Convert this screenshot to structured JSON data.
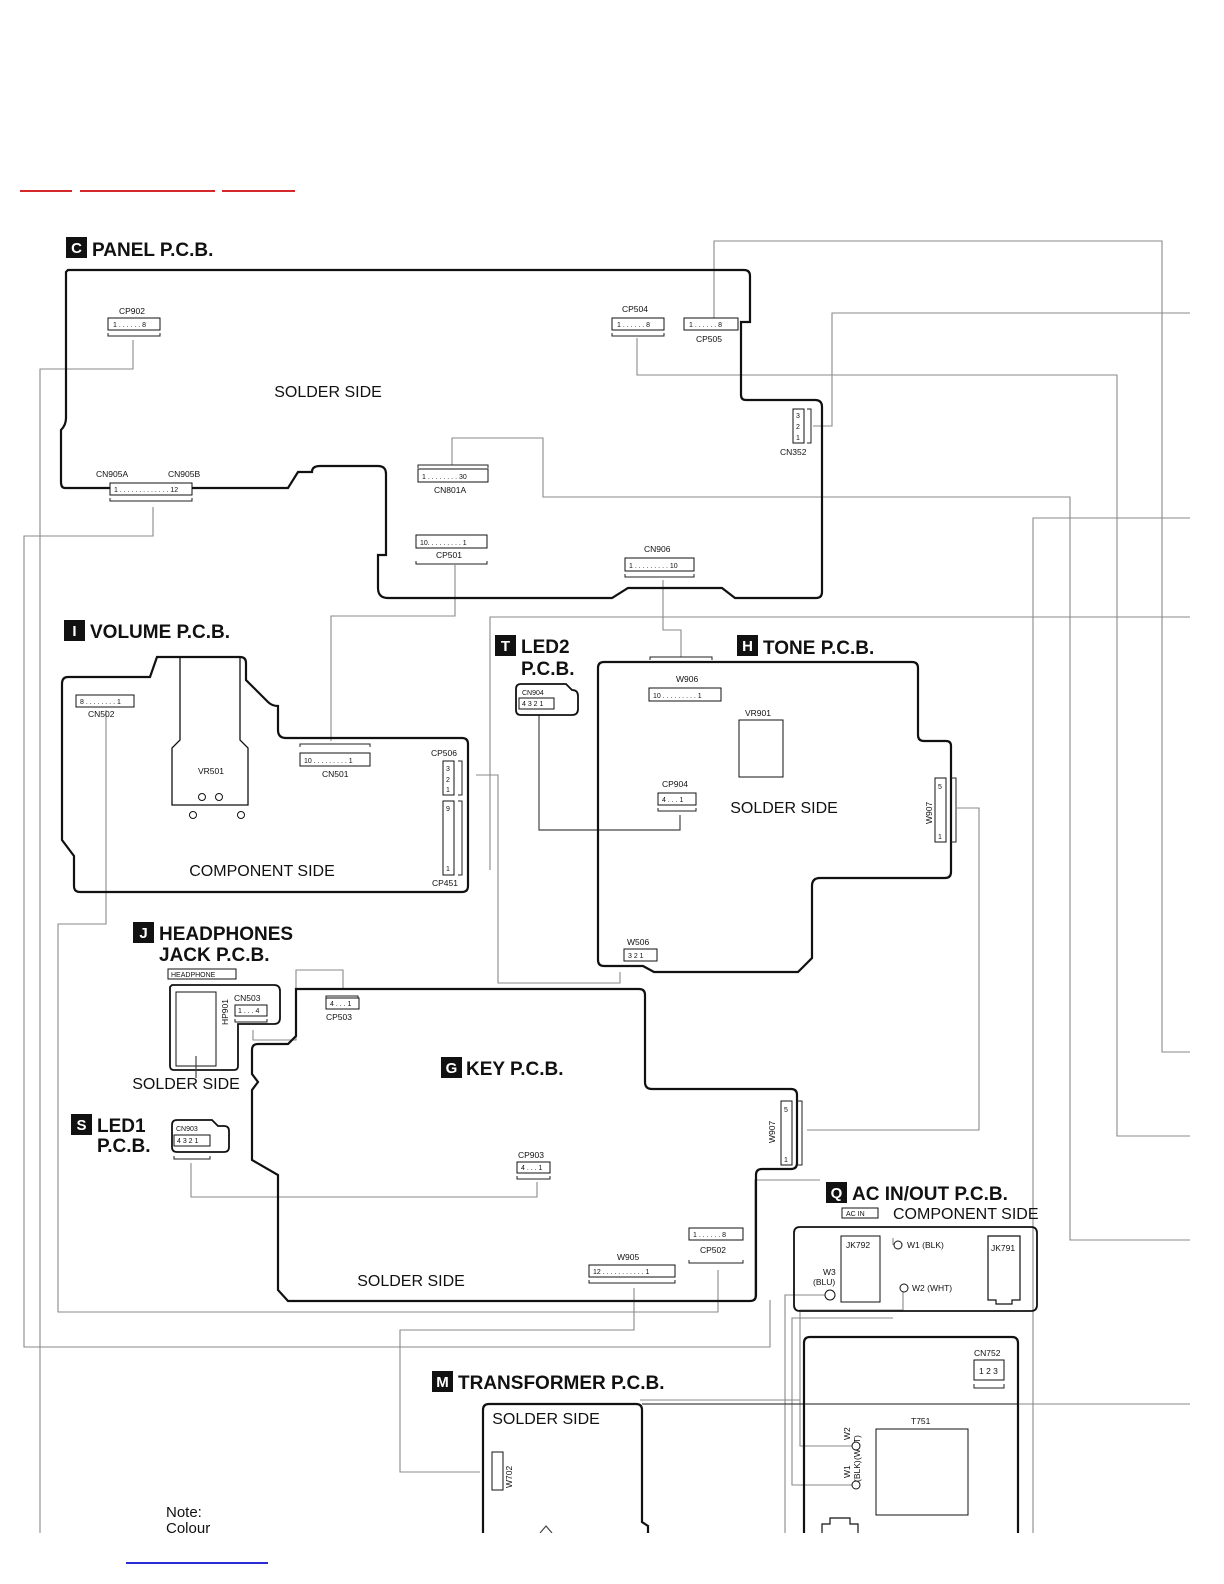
{
  "nav_links": [
    "",
    "",
    ""
  ],
  "bottom_link": "",
  "note": {
    "line1": "Note:",
    "line2": "Colour"
  },
  "boards": {
    "panel": {
      "badge": "C",
      "title": "PANEL P.C.B.",
      "side": "SOLDER  SIDE"
    },
    "volume": {
      "badge": "I",
      "title": "VOLUME P.C.B.",
      "side": "COMPONENT SIDE"
    },
    "led2": {
      "badge": "T",
      "title_1": "LED2",
      "title_2": "P.C.B."
    },
    "tone": {
      "badge": "H",
      "title": "TONE P.C.B.",
      "side": "SOLDER  SIDE"
    },
    "headphones": {
      "badge": "J",
      "title_1": "HEADPHONES",
      "title_2": "JACK P.C.B.",
      "side": "SOLDER  SIDE",
      "tag": "HEADPHONE"
    },
    "led1": {
      "badge": "S",
      "title_1": "LED1",
      "title_2": "P.C.B."
    },
    "key": {
      "badge": "G",
      "title": "KEY P.C.B.",
      "side": "SOLDER  SIDE"
    },
    "acinout": {
      "badge": "Q",
      "title": "AC IN/OUT P.C.B.",
      "side": "COMPONENT  SIDE",
      "tag": "AC IN"
    },
    "transformer": {
      "badge": "M",
      "title": "TRANSFORMER  P.C.B.",
      "side": "SOLDER  SIDE"
    }
  },
  "connectors": {
    "cp902": {
      "name": "CP902",
      "pins": "1 . . . . . . 8"
    },
    "cp504": {
      "name": "CP504",
      "pins": "1 . . . . . . 8"
    },
    "cp505": {
      "name": "CP505",
      "pins": "1 . . . . . . 8"
    },
    "cn352": {
      "name": "CN352",
      "p3": "3",
      "p2": "2",
      "p1": "1"
    },
    "cn801a": {
      "name": "CN801A",
      "pins": "1 . . . . . . . . 30"
    },
    "cn905a": {
      "name": "CN905A"
    },
    "cn905b": {
      "name": "CN905B",
      "pins": "1 . . . . . . . . . . . . . 12"
    },
    "cp501": {
      "name": "CP501",
      "pins": "10. . . . . . . . . 1"
    },
    "cn906": {
      "name": "CN906",
      "pins": "1 . . . . . . . . . 10"
    },
    "cn502": {
      "name": "CN502",
      "pins": "8 . . . . . . . . 1"
    },
    "vr501": {
      "name": "VR501"
    },
    "cn501": {
      "name": "CN501",
      "pins": "10 . . . . . . . . . 1"
    },
    "cp506": {
      "name": "CP506",
      "p3": "3",
      "p2": "2",
      "p1": "1"
    },
    "cp451": {
      "name": "CP451",
      "top": "9",
      "bottom": "1"
    },
    "cn904": {
      "name": "CN904",
      "pins": "4 3 2 1"
    },
    "w906": {
      "name": "W906",
      "pins": "10 . . . . . . . . . 1"
    },
    "vr901": {
      "name": "VR901"
    },
    "cp904": {
      "name": "CP904",
      "pins": "4 . . . 1"
    },
    "w907_tone": {
      "name": "W907",
      "top": "5",
      "bottom": "1"
    },
    "w506": {
      "name": "W506",
      "pins": "3  2  1"
    },
    "hp901": {
      "name": "HP901"
    },
    "cn503": {
      "name": "CN503",
      "pins": "1 . . . 4"
    },
    "cp503": {
      "name": "CP503",
      "pins": "4 . . . 1"
    },
    "cn903": {
      "name": "CN903",
      "pins": "4 3 2 1"
    },
    "cp903": {
      "name": "CP903",
      "pins": "4 . . . 1"
    },
    "w907_key": {
      "name": "W907",
      "top": "5",
      "bottom": "1"
    },
    "cp502": {
      "name": "CP502",
      "pins": "1 . . . . . . 8"
    },
    "w905": {
      "name": "W905",
      "pins": "12 . . . . . . . . . . . 1"
    },
    "jk792": {
      "name": "JK792"
    },
    "jk791": {
      "name": "JK791"
    },
    "w1": {
      "name": "W1 (BLK)"
    },
    "w2": {
      "name": "W2 (WHT)"
    },
    "w3": {
      "name": "W3",
      "color": "(BLU)"
    },
    "w702": {
      "name": "W702"
    },
    "cn752": {
      "name": "CN752",
      "pins": "1 2 3"
    },
    "t751": {
      "name": "T751"
    },
    "tw2": {
      "name": "W2",
      "color": "(WHT)"
    },
    "tw1": {
      "name": "W1",
      "color": "(BLK)"
    }
  }
}
